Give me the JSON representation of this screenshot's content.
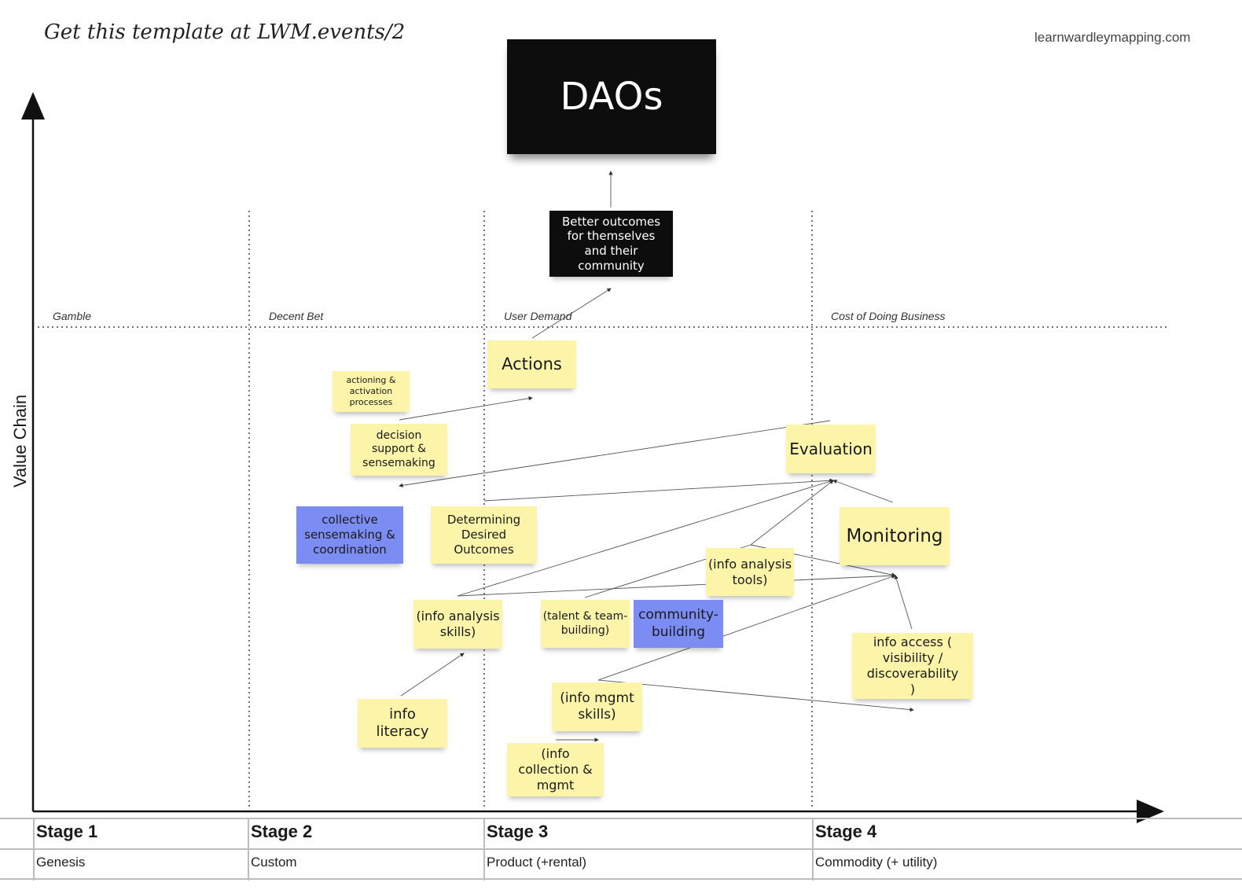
{
  "header": {
    "template_note": "Get this template at LWM.events/2",
    "site": "learnwardleymapping.com"
  },
  "map": {
    "title": "DAOs",
    "y_axis_label": "Value Chain",
    "zones": [
      "Gamble",
      "Decent Bet",
      "User Demand",
      "Cost of Doing Business"
    ]
  },
  "stages": [
    {
      "title": "Stage 1",
      "subtitle": "Genesis"
    },
    {
      "title": "Stage 2",
      "subtitle": "Custom"
    },
    {
      "title": "Stage 3",
      "subtitle": "Product (+rental)"
    },
    {
      "title": "Stage 4",
      "subtitle": "Commodity (+ utility)"
    }
  ],
  "notes": {
    "better_outcomes": "Better outcomes for themselves and their community",
    "actions": "Actions",
    "actioning": "actioning & activation processes",
    "decision_support": "decision support & sensemaking",
    "evaluation": "Evaluation",
    "collective": "collective sensemaking & coordination",
    "determining": "Determining Desired Outcomes",
    "monitoring": "Monitoring",
    "info_analysis_tools": "(info analysis tools)",
    "info_analysis_skills": "(info analysis skills)",
    "talent": "(talent & team-building)",
    "community": "community-building",
    "info_access": "info access ( visibility / discoverability )",
    "info_literacy": "info literacy",
    "info_mgmt_skills": "(info mgmt skills)",
    "info_collection": "(info collection & mgmt"
  },
  "colors": {
    "sticky_yellow": "#fbf4a9",
    "sticky_blue": "#7b8cf2",
    "title_black": "#0d0d0d"
  }
}
